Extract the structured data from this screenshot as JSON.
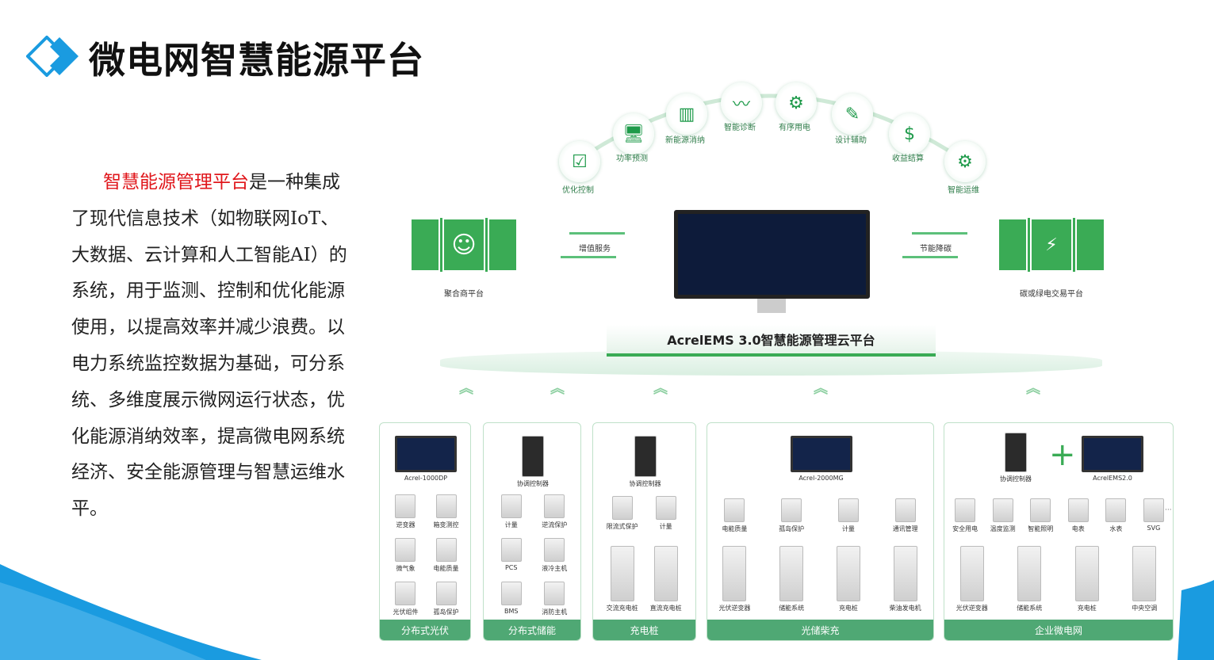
{
  "title": "微电网智慧能源平台",
  "paragraph": {
    "highlight": "智慧能源管理平台",
    "rest": "是一种集成了现代信息技术（如物联网IoT、大数据、云计算和人工智能AI）的系统，用于监测、控制和优化能源使用，以提高效率并减少浪费。以电力系统监控数据为基础，可分系统、多维度展示微网运行状态，优化能源消纳效率，提高微电网系统经济、安全能源管理与智慧运维水平。"
  },
  "features": [
    "优化控制",
    "功率预测",
    "新能源消纳",
    "智能诊断",
    "有序用电",
    "设计辅助",
    "收益结算",
    "智能运维"
  ],
  "left_block": {
    "label": "聚合商平台",
    "arrow_label": "增值服务"
  },
  "right_block": {
    "label": "碳或绿电交易平台",
    "arrow_label": "节能降碳"
  },
  "cloud_platform": "AcrelEMS 3.0智慧能源管理云平台",
  "colors": {
    "green": "#3aab55",
    "footer_green": "#4fa874",
    "title_blue": "#1a9be0",
    "highlight_red": "#e0161b"
  },
  "panels": [
    {
      "title": "分布式光伏",
      "main": "Acrel-1000DP",
      "devices": [
        "逆变器",
        "箱变测控",
        "微气象",
        "电能质量",
        "光伏组件",
        "孤岛保护"
      ]
    },
    {
      "title": "分布式储能",
      "main": "协调控制器",
      "devices": [
        "计量",
        "逆流保护",
        "PCS",
        "液冷主机",
        "BMS",
        "消防主机"
      ]
    },
    {
      "title": "充电桩",
      "main": "协调控制器",
      "devices": [
        "限流式保护",
        "计量",
        "交流充电桩",
        "直流充电桩"
      ]
    },
    {
      "title": "光储柴充",
      "main": "Acrel-2000MG",
      "devices": [
        "电能质量",
        "孤岛保护",
        "计量",
        "通讯管理",
        "光伏逆变器",
        "储能系统",
        "充电桩",
        "柴油发电机"
      ]
    },
    {
      "title": "企业微电网",
      "main": "协调控制器",
      "main2": "AcrelEMS2.0",
      "devices": [
        "安全用电",
        "温度监测",
        "智能照明",
        "电表",
        "水表",
        "SVG",
        "光伏逆变器",
        "储能系统",
        "充电桩",
        "中央空调"
      ],
      "more": "···"
    }
  ]
}
